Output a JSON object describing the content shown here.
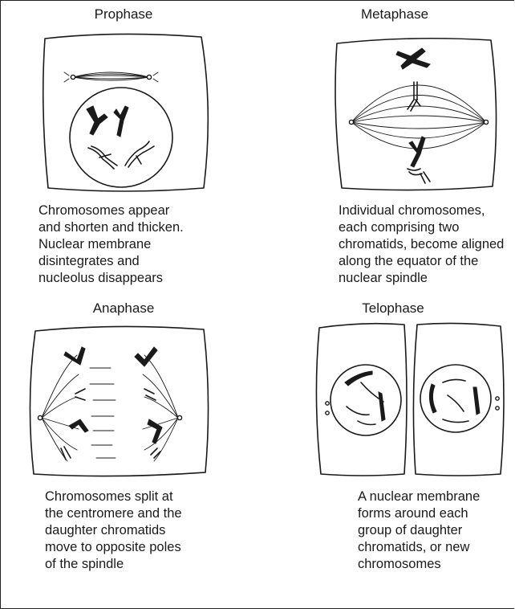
{
  "phases": {
    "prophase": {
      "title": "Prophase",
      "description": "Chromosomes appear\nand shorten and thicken.\nNuclear membrane\ndisintegrates and\nnucleolus disappears"
    },
    "metaphase": {
      "title": "Metaphase",
      "description": "Individual chromosomes,\neach comprising two\nchromatids, become aligned\nalong the equator of the\nnuclear spindle"
    },
    "anaphase": {
      "title": "Anaphase",
      "description": "Chromosomes split at\nthe centromere and the\ndaughter chromatids\nmove to opposite poles\nof the spindle"
    },
    "telophase": {
      "title": "Telophase",
      "description": "A nuclear membrane\nforms around each\ngroup of daughter\nchromatids, or new\nchromosomes"
    }
  },
  "colors": {
    "ink": "#1a1a1a",
    "background": "#ffffff"
  }
}
